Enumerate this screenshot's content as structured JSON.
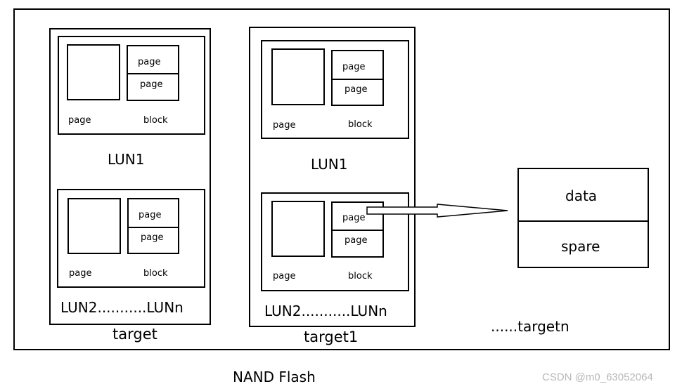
{
  "diagram": {
    "target_a": {
      "label": "target",
      "lun_top": {
        "label": "LUN1",
        "page_a": "page",
        "page_b": "page",
        "page_label": "page",
        "block_label": "block"
      },
      "lun_bottom": {
        "page_a": "page",
        "page_b": "page",
        "page_label": "page",
        "block_label": "block"
      },
      "lun_range": "LUN2...........LUNn"
    },
    "target_b": {
      "label": "target1",
      "lun_top": {
        "label": "LUN1",
        "page_a": "page",
        "page_b": "page",
        "page_label": "page",
        "block_label": "block"
      },
      "lun_bottom": {
        "page_a": "page",
        "page_b": "page",
        "page_label": "page",
        "block_label": "block"
      },
      "lun_range": "LUN2...........LUNn"
    },
    "page_detail": {
      "data": "data",
      "spare": "spare"
    },
    "more_targets": "......targetn",
    "caption": "NAND Flash"
  },
  "watermark": "CSDN @m0_63052064"
}
